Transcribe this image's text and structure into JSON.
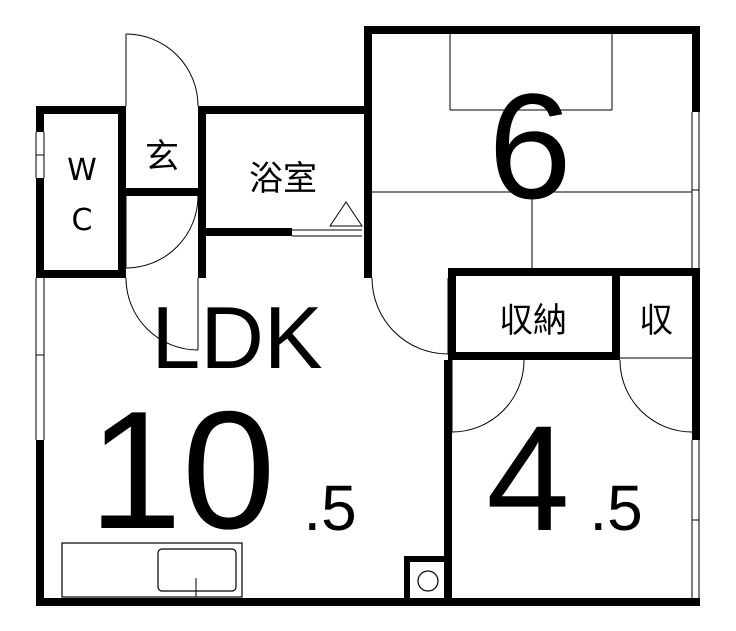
{
  "rooms": {
    "wc_top": "W",
    "wc_bottom": "C",
    "genkan": "玄",
    "bath": "浴室",
    "storage": "収納",
    "storage_small": "収",
    "ldk_label": "LDK",
    "ldk_size_main": "10",
    "ldk_size_decimal": ".5",
    "tatami6_size": "6",
    "room45_size_main": "4",
    "room45_size_decimal": ".5"
  },
  "colors": {
    "wall": "#000000",
    "background": "#ffffff"
  }
}
